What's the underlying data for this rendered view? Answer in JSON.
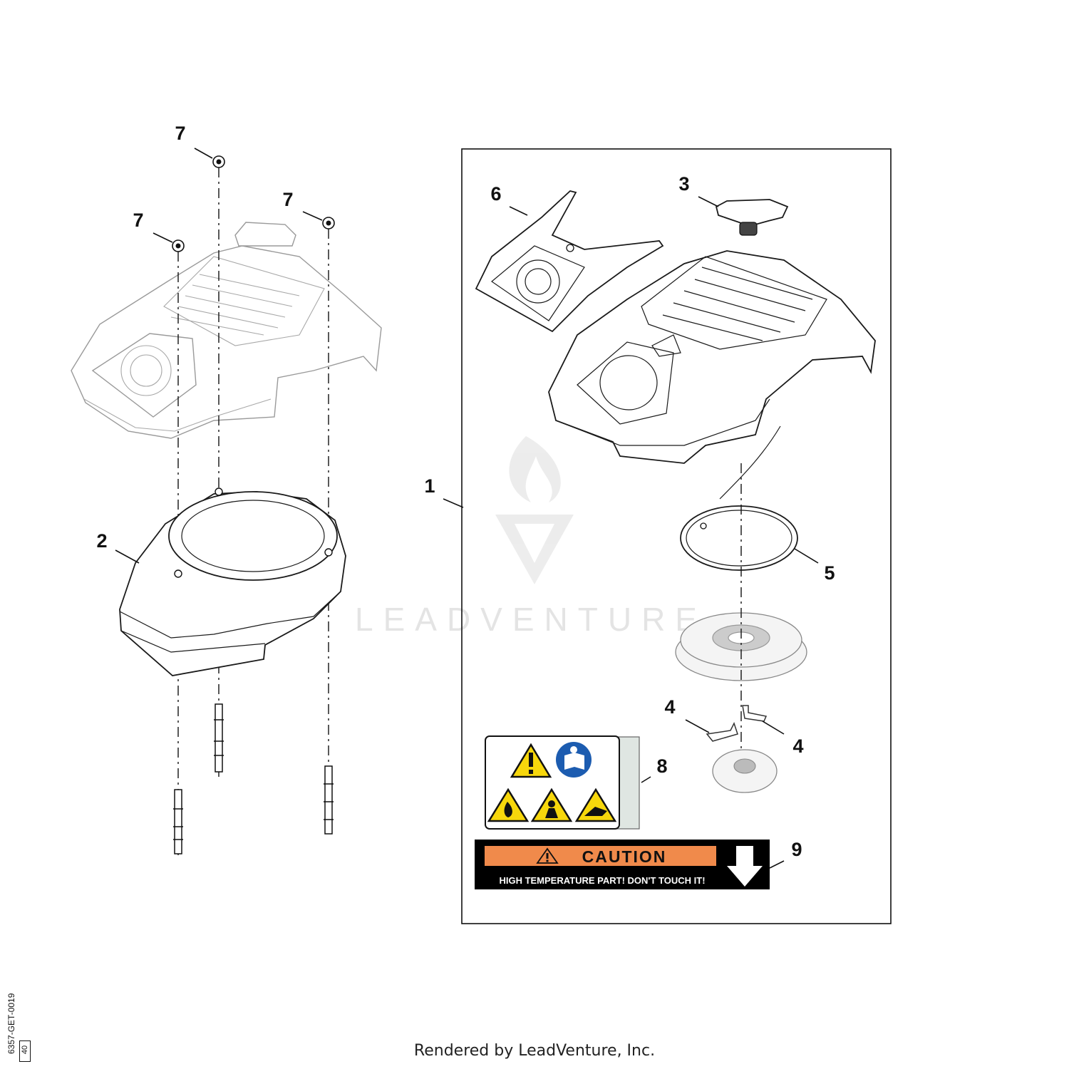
{
  "diagram": {
    "callouts": [
      {
        "id": "c7a",
        "label": "7"
      },
      {
        "id": "c7b",
        "label": "7"
      },
      {
        "id": "c7c",
        "label": "7"
      },
      {
        "id": "c2",
        "label": "2"
      },
      {
        "id": "c1",
        "label": "1"
      },
      {
        "id": "c6",
        "label": "6"
      },
      {
        "id": "c3",
        "label": "3"
      },
      {
        "id": "c5",
        "label": "5"
      },
      {
        "id": "c4a",
        "label": "4"
      },
      {
        "id": "c4b",
        "label": "4"
      },
      {
        "id": "c8",
        "label": "8"
      },
      {
        "id": "c9",
        "label": "9"
      }
    ],
    "caution_label": {
      "heading": "CAUTION",
      "message": "HIGH TEMPERATURE PART! DON'T TOUCH IT!"
    },
    "watermark": "LEADVENTURE"
  },
  "footer": {
    "text": "Rendered by LeadVenture, Inc."
  },
  "doc": {
    "id": "6357-GET-0019",
    "rev": "40"
  }
}
